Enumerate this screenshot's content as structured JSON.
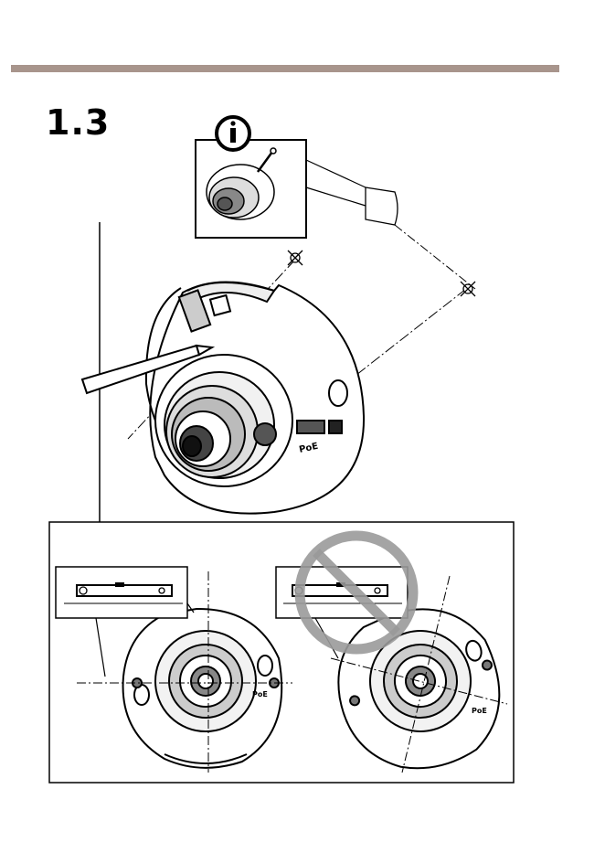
{
  "step": {
    "number": "1.3"
  },
  "info_box": {
    "icon": "info-icon"
  },
  "camera": {
    "port_label": "PoE"
  },
  "level_panel": {
    "correct": {
      "port_label": "PoE"
    },
    "incorrect": {
      "port_label": "PoE",
      "prohibited": true
    }
  },
  "colors": {
    "header_rule": "#a8958c",
    "prohibit": "#9a9a9a",
    "ink": "#000000"
  }
}
